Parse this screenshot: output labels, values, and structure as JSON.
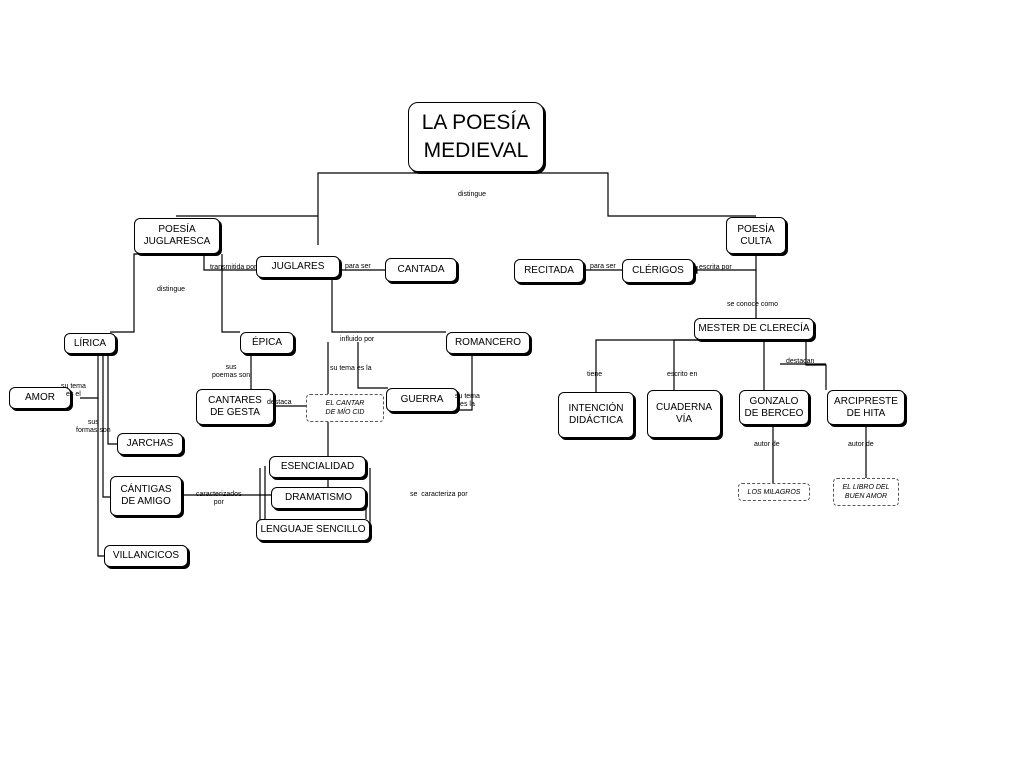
{
  "nodes": {
    "title": "LA POESÍA\nMEDIEVAL",
    "poesia_juglaresca": "POESÍA\nJUGLARESCA",
    "poesia_culta": "POESÍA\nCULTA",
    "juglares": "JUGLARES",
    "cantada": "CANTADA",
    "recitada": "RECITADA",
    "clerigos": "CLÉRIGOS",
    "lirica": "LÍRICA",
    "epica": "ÉPICA",
    "romancero": "ROMANCERO",
    "amor": "AMOR",
    "cantares_de_gesta": "CANTARES\nDE GESTA",
    "el_cantar_de_mio_cid": "EL CANTAR\nDE MÍO CID",
    "guerra": "GUERRA",
    "jarchas": "JARCHAS",
    "cantigas_de_amigo": "CÁNTIGAS\nDE AMIGO",
    "villancicos": "VILLANCICOS",
    "esencialidad": "ESENCIALIDAD",
    "dramatismo": "DRAMATISMO",
    "lenguaje_sencillo": "LENGUAJE SENCILLO",
    "mester_de_clerecia": "MESTER DE CLERECÍA",
    "intencion_didactica": "INTENCIÓN\nDIDÁCTICA",
    "cuaderna_via": "CUADERNA\nVÍA",
    "gonzalo_de_berceo": "GONZALO\nDE BERCEO",
    "arcipreste_de_hita": "ARCIPRESTE\nDE HITA",
    "los_milagros": "LOS MILAGROS",
    "el_libro_del_buen_amor": "EL LIBRO DEL\nBUEN AMOR"
  },
  "labels": {
    "distingue_top": "distingue",
    "transmitida_por": "transmitida por",
    "para_ser_left": "para ser",
    "para_ser_right": "para ser",
    "escrita_por": "escrita por",
    "distingue_left": "distingue",
    "se_conoce_como": "se conoce como",
    "influido_por": "influido por",
    "sus_poemas_son": "sus\npoemas son",
    "su_tema_es_la_epica": "su tema es la",
    "su_tema_es_el": "su tema\nes el",
    "sus_formas_son": "sus\nformas son",
    "destaca": "destaca",
    "su_tema_es_la_romancero": "su tema\nes la",
    "caracterizados_por": "caracterizados\npor",
    "se_caracteriza_por": "se  caracteriza por",
    "destacan": "destacan",
    "tiene": "tiene",
    "escrito_en": "escrito en",
    "autor_de_1": "autor de",
    "autor_de_2": "autor de"
  }
}
